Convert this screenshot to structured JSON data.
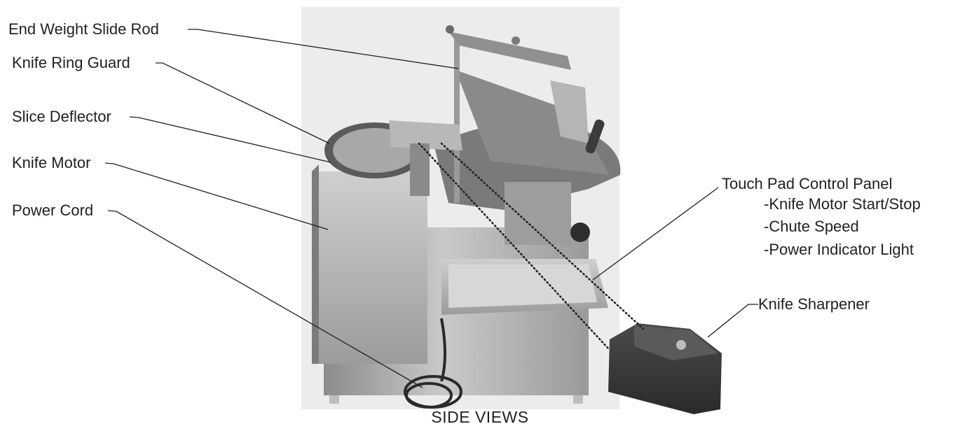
{
  "labels": {
    "end_weight_slide_rod": "End Weight Slide Rod",
    "knife_ring_guard": "Knife Ring Guard",
    "slice_deflector": "Slice Deflector",
    "knife_motor": "Knife Motor",
    "power_cord": "Power Cord",
    "touch_pad": {
      "title": "Touch Pad Control Panel",
      "items": [
        "-Knife Motor Start/Stop",
        "-Chute Speed",
        "-Power Indicator Light"
      ]
    },
    "knife_sharpener": "Knife Sharpener"
  },
  "caption": "SIDE VIEWS",
  "colors": {
    "text": "#231f20",
    "line": "#231f20",
    "backdrop": "#ececec"
  }
}
